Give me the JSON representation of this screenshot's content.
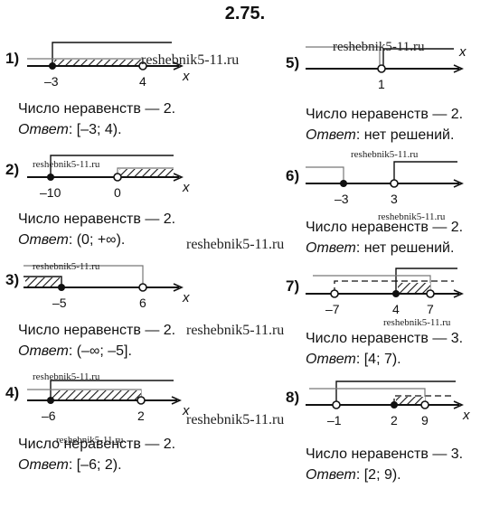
{
  "title": "2.75.",
  "axis_label": "x",
  "answer_label": "Ответ",
  "watermark": "reshebnik5-11.ru",
  "problems": [
    {
      "num": "1)",
      "count_text": "Число неравенств — 2.",
      "answer": ": [–3; 4).",
      "ticks": [
        "–3",
        "4"
      ]
    },
    {
      "num": "2)",
      "count_text": "Число неравенств — 2.",
      "answer": ": (0; +∞).",
      "ticks": [
        "–10",
        "0"
      ]
    },
    {
      "num": "3)",
      "count_text": "Число неравенств — 2.",
      "answer": ": (–∞; –5].",
      "ticks": [
        "–5",
        "6"
      ]
    },
    {
      "num": "4)",
      "count_text": "Число неравенств — 2.",
      "answer": ": [–6; 2).",
      "ticks": [
        "–6",
        "2"
      ]
    },
    {
      "num": "5)",
      "count_text": "Число неравенств — 2.",
      "answer": ": нет решений.",
      "ticks": [
        "1"
      ]
    },
    {
      "num": "6)",
      "count_text": "Число неравенств — 2.",
      "answer": ": нет решений.",
      "ticks": [
        "–3",
        "3"
      ]
    },
    {
      "num": "7)",
      "count_text": "Число неравенств — 3.",
      "answer": ": [4; 7).",
      "ticks": [
        "–7",
        "4",
        "7"
      ]
    },
    {
      "num": "8)",
      "count_text": "Число неравенств — 3.",
      "answer": ": [2; 9).",
      "ticks": [
        "–1",
        "2",
        "9"
      ]
    }
  ]
}
